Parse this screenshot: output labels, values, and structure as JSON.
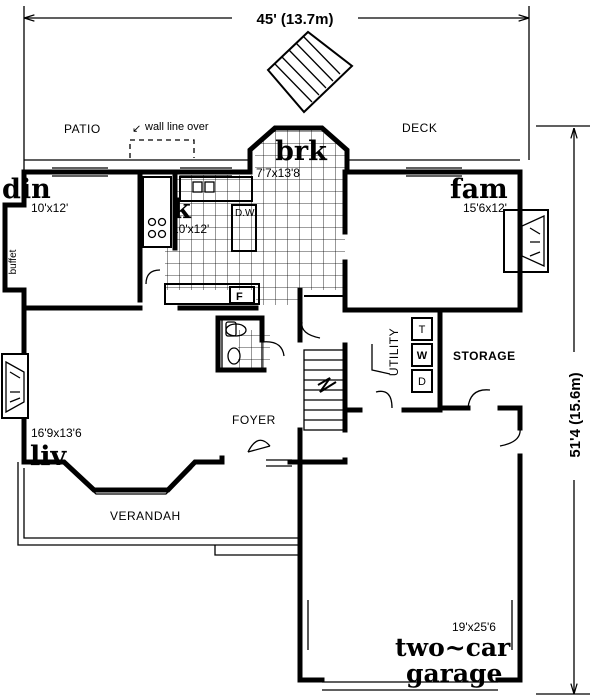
{
  "dimensions": {
    "width_label": "45' (13.7m)",
    "depth_label": "51'4 (15.6m)"
  },
  "outdoor": {
    "patio": "PATIO",
    "wall_note": "wall line over",
    "deck": "DECK",
    "verandah": "VERANDAH"
  },
  "rooms": {
    "din": {
      "name": "din",
      "size": "10'x12'"
    },
    "k": {
      "name": "k",
      "size": "10'x12'"
    },
    "brk": {
      "name": "brk",
      "size": "7'7x13'8"
    },
    "fam": {
      "name": "fam",
      "size": "15'6x12'"
    },
    "liv": {
      "name": "liv",
      "size": "16'9x13'6"
    },
    "foyer": "FOYER",
    "utility": "UTILITY",
    "storage": "STORAGE",
    "garage": {
      "name_line1": "two~car",
      "name_line2": "garage",
      "size": "19'x25'6"
    }
  },
  "fixtures": {
    "buffet": "buffet",
    "dishwasher": "D.W.",
    "fridge": "F",
    "washer": "W",
    "dryer": "D",
    "water_tank": "T"
  }
}
